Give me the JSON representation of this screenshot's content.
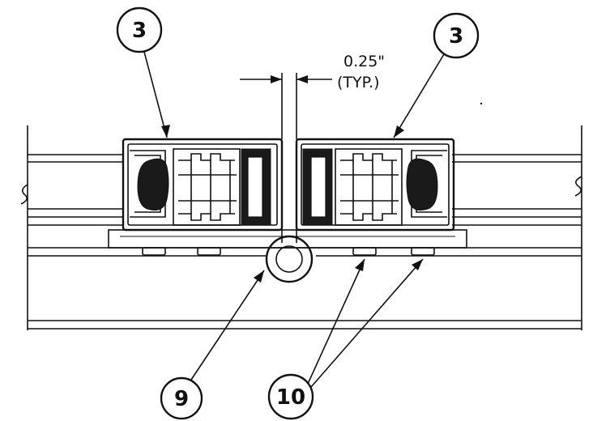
{
  "callouts": {
    "left_frame": "3",
    "right_frame": "3",
    "backer_rod": "9",
    "fasteners": "10"
  },
  "dimension": {
    "value": "0.25\"",
    "note": "(TYP.)"
  },
  "colors": {
    "line": "#111111",
    "gasket": "#1a1a1a",
    "background": "#ffffff"
  }
}
